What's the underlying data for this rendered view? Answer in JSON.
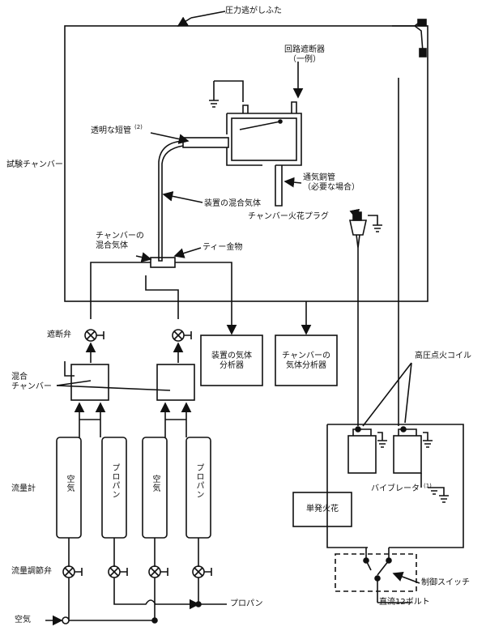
{
  "labels": {
    "pressure_relief_lid": "圧力逃がしふた",
    "circuit_breaker": "回路遮断器",
    "circuit_breaker_example": "（一例）",
    "transparent_short_tube": "透明な短管",
    "note_2": "(2)",
    "test_chamber": "試験チャンバー",
    "vent_copper_tube": "通気銅管",
    "vent_if_needed": "（必要な場合）",
    "device_mixed_gas": "装置の混合気体",
    "chamber_spark_plug": "チャンバー火花プラグ",
    "chamber_mixed_gas_1": "チャンバーの",
    "chamber_mixed_gas_2": "混合気体",
    "tee_fitting": "ティー金物",
    "shutoff_valve": "遮断弁",
    "device_gas_analyzer_1": "装置の気体",
    "device_gas_analyzer_2": "分析器",
    "chamber_gas_analyzer_1": "チャンバーの",
    "chamber_gas_analyzer_2": "気体分析器",
    "high_voltage_coil": "高圧点火コイル",
    "mixing_chamber_1": "混合",
    "mixing_chamber_2": "チャンバー",
    "flowmeter": "流量計",
    "air_vertical_1": "空気",
    "propane_vertical_1": "プロパン",
    "air_vertical_2": "空気",
    "propane_vertical_2": "プロパン",
    "vibrator": "バイブレータ",
    "note_1": "(1)",
    "single_spark": "単発火花",
    "control_switch": "制御スイッチ",
    "flow_control_valve": "流量調節弁",
    "propane_inlet": "プロパン",
    "dc_12v": "直流12ボルト",
    "air_inlet": "空気"
  }
}
